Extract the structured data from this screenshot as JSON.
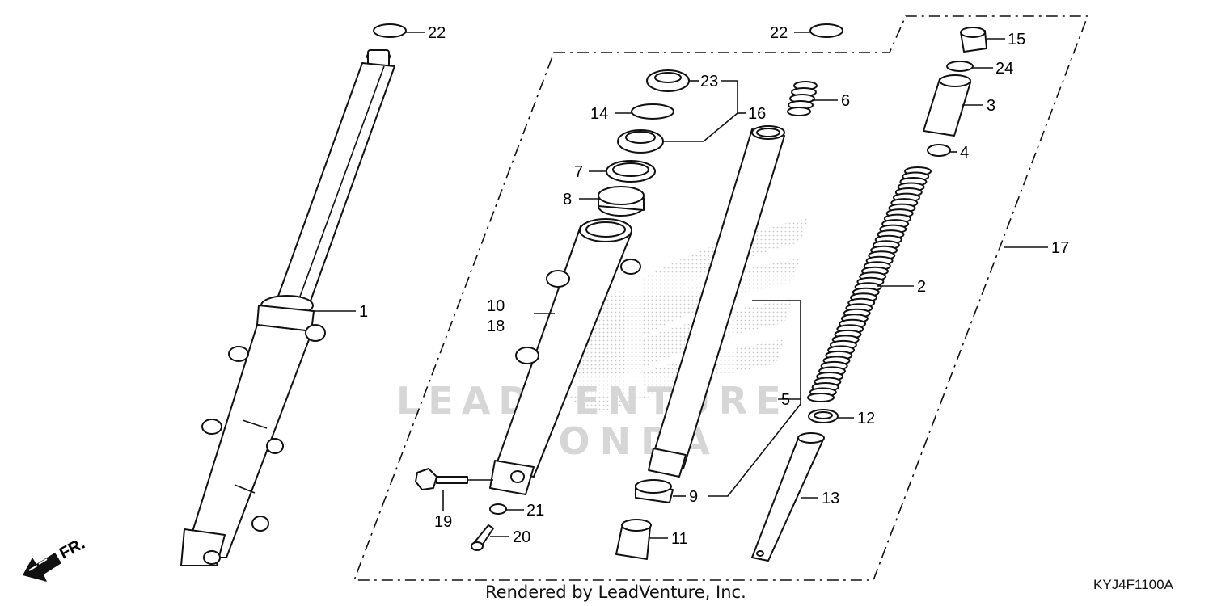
{
  "callouts": {
    "c1": "1",
    "c2": "2",
    "c3": "3",
    "c4": "4",
    "c5": "5",
    "c6": "6",
    "c7": "7",
    "c8": "8",
    "c9": "9",
    "c10": "10",
    "c11": "11",
    "c12": "12",
    "c13": "13",
    "c14": "14",
    "c15": "15",
    "c16": "16",
    "c17": "17",
    "c18": "18",
    "c19": "19",
    "c20": "20",
    "c21": "21",
    "c22a": "22",
    "c22b": "22",
    "c23": "23",
    "c24": "24"
  },
  "direction_label": "FR.",
  "watermark": {
    "line1": "LEADVENTURE",
    "line2": "HONDA"
  },
  "footer": {
    "rendered_by": "Rendered by LeadVenture, Inc.",
    "diagram_code": "KYJ4F1100A"
  }
}
